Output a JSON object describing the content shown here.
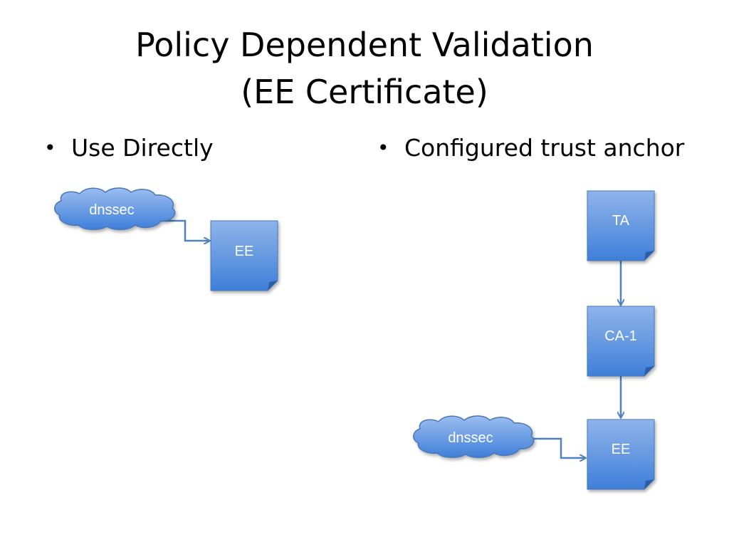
{
  "title": {
    "line1": "Policy Dependent Validation",
    "line2": "(EE Certificate)"
  },
  "bullets": {
    "left": "Use Directly",
    "right": "Configured trust anchor"
  },
  "left_diagram": {
    "cloud_label": "dnssec",
    "ee_label": "EE"
  },
  "right_diagram": {
    "ta_label": "TA",
    "ca_label": "CA-1",
    "ee_label": "EE",
    "cloud_label": "dnssec"
  },
  "colors": {
    "shape_top": "#8fb4ea",
    "shape_bottom": "#3f7fd9",
    "outline": "#4a78b8",
    "connector": "#4f81bd"
  }
}
